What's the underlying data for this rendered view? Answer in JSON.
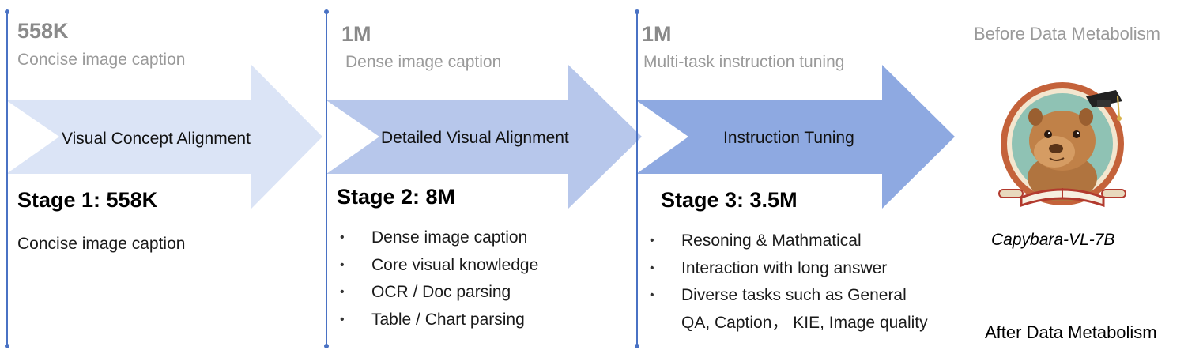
{
  "stages": [
    {
      "before_count": "558K",
      "before_desc": "Concise image caption",
      "arrow_label": "Visual Concept Alignment",
      "title": "Stage 1: 558K",
      "text": "Concise image caption",
      "arrow_color": "#dbe4f6"
    },
    {
      "before_count": "1M",
      "before_desc": "Dense image caption",
      "arrow_label": "Detailed Visual Alignment",
      "title": "Stage 2: 8M",
      "bullets": [
        "Dense image caption",
        "Core visual knowledge",
        "OCR / Doc parsing",
        "Table / Chart parsing"
      ],
      "arrow_color": "#b7c7eb"
    },
    {
      "before_count": "1M",
      "before_desc": "Multi-task instruction tuning",
      "arrow_label": "Instruction Tuning",
      "title": "Stage 3: 3.5M",
      "bullets": [
        "Resoning & Mathmatical",
        "Interaction with long answer",
        "Diverse tasks such as General"
      ],
      "bullet_continuation": "QA, Caption， KIE, Image quality",
      "arrow_color": "#8ea9e1"
    }
  ],
  "model": {
    "name": "Capybara-VL-7B",
    "before_label": "Before Data Metabolism",
    "after_label": "After Data Metabolism"
  }
}
